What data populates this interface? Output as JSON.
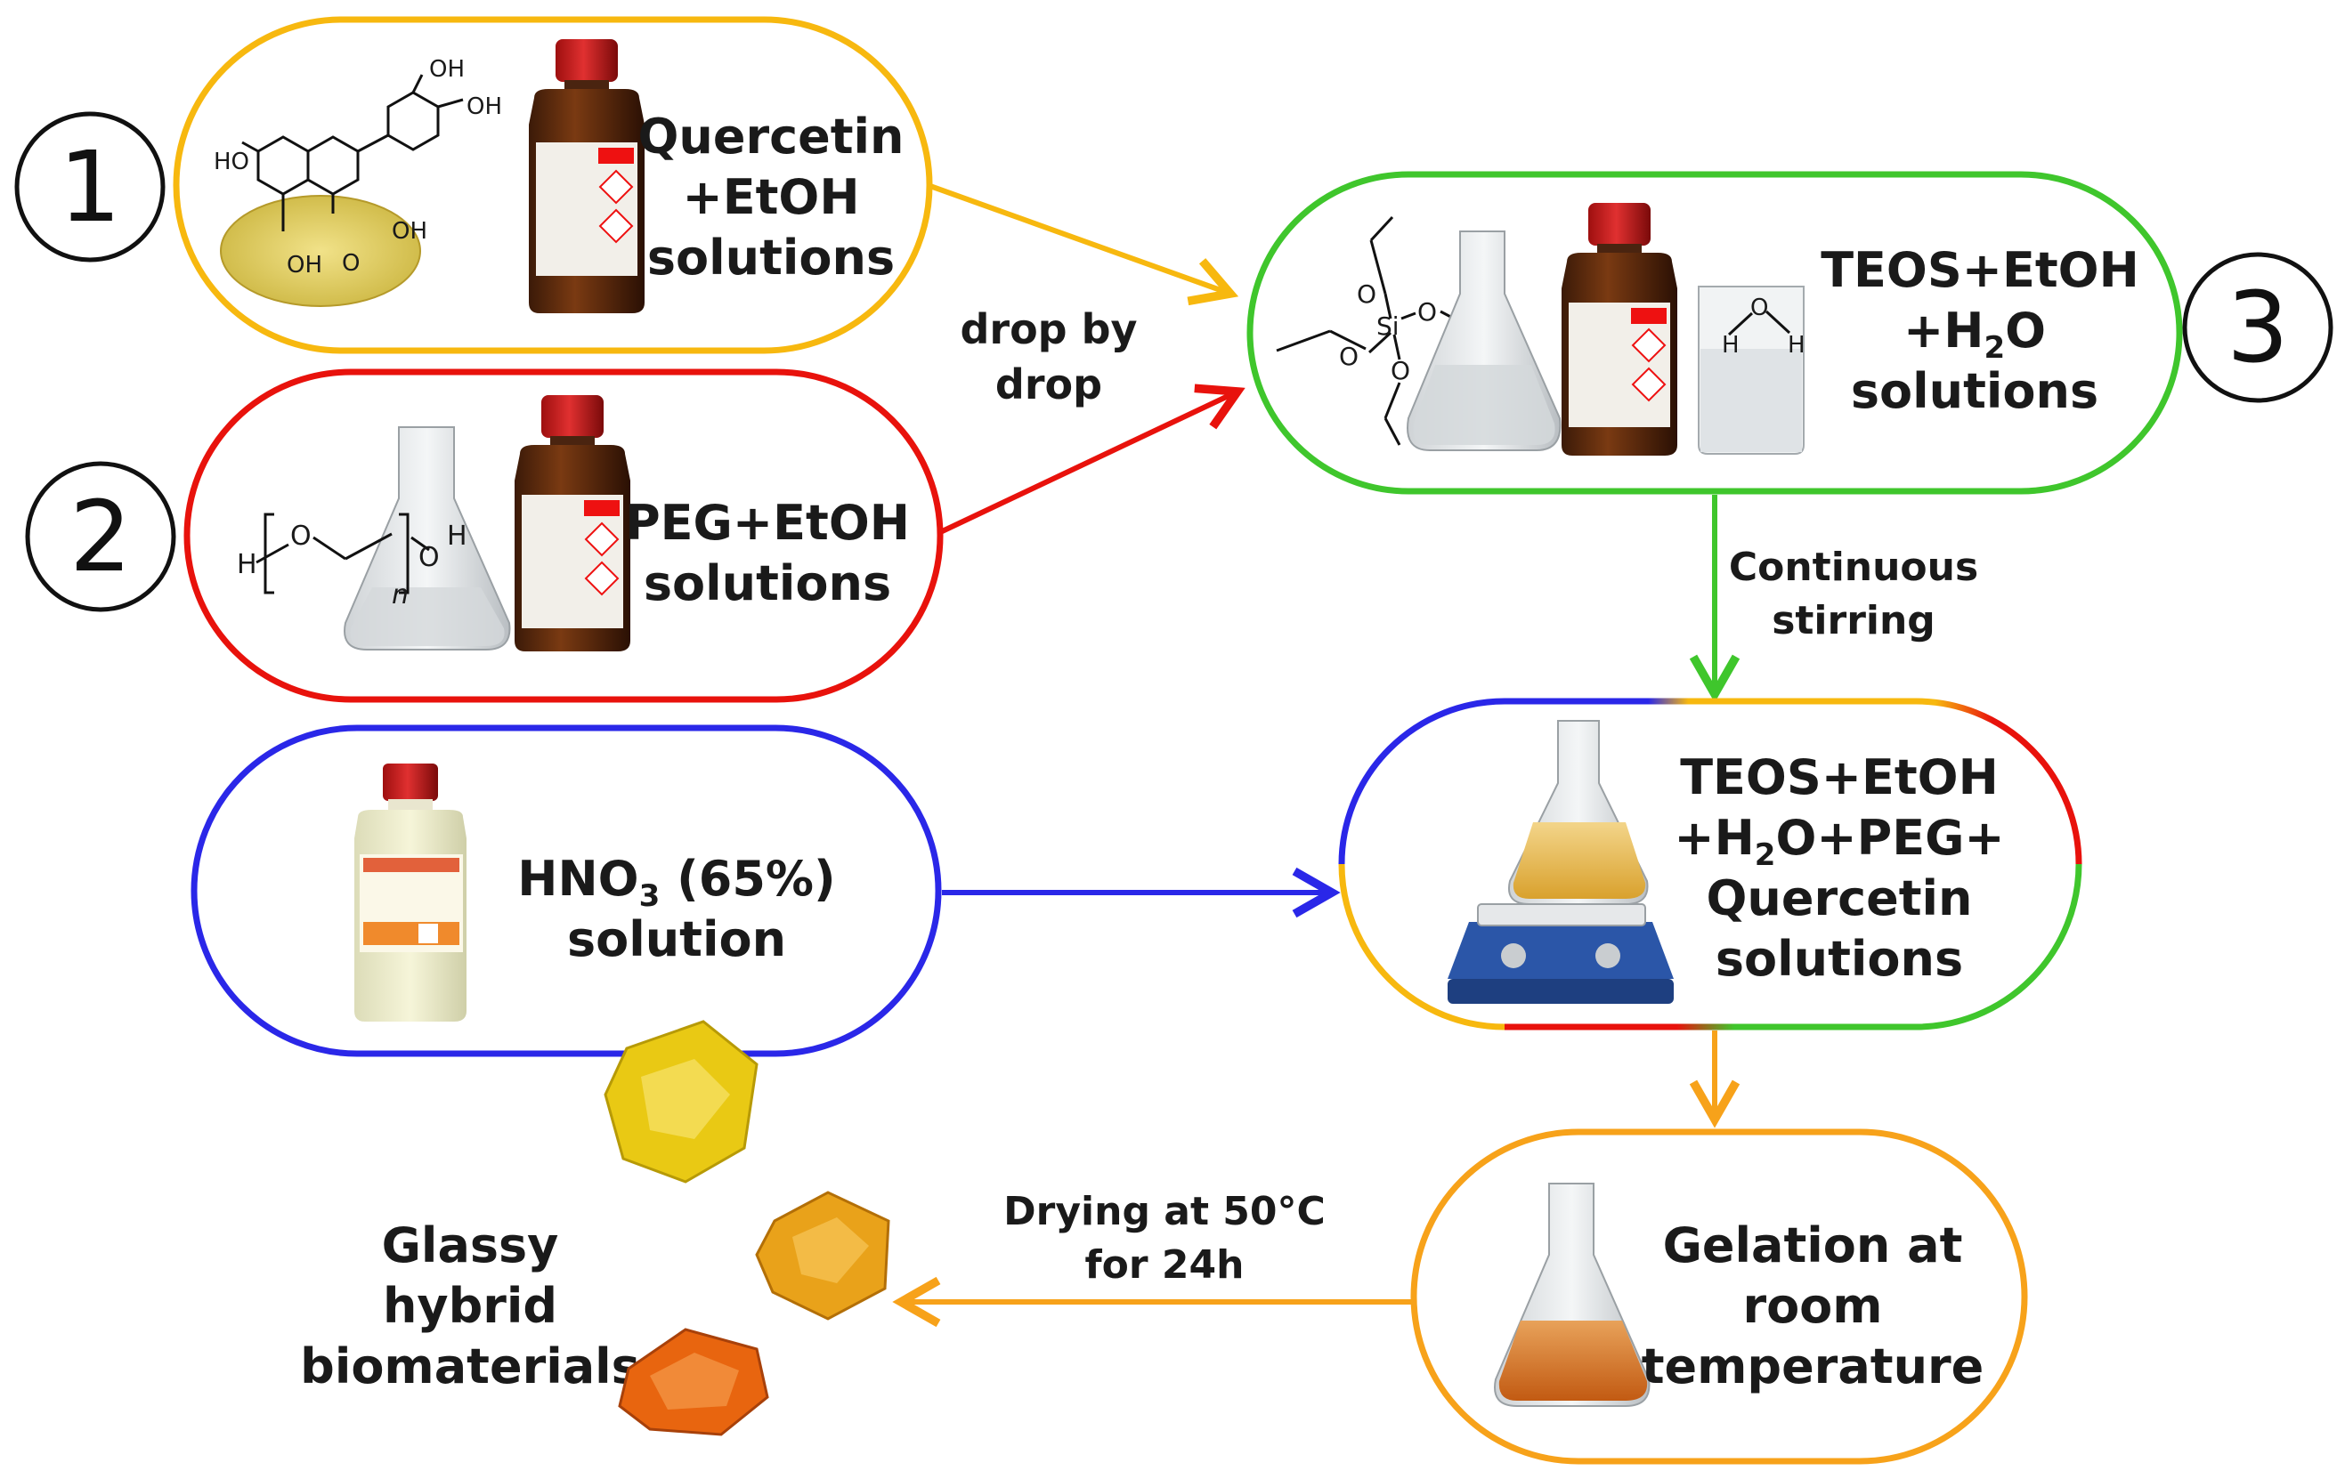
{
  "steps": {
    "s1": {
      "number": "1",
      "line1": "Quercetin",
      "line2": "+EtOH",
      "line3": "solutions"
    },
    "s2": {
      "number": "2",
      "line1": "PEG+EtOH",
      "line2": "solutions"
    },
    "s3": {
      "number": "3",
      "line1": "TEOS+EtOH",
      "line2a": "+H",
      "line2sub": "2",
      "line2b": "O",
      "line3": "solutions"
    },
    "acid": {
      "line1a": "HNO",
      "line1sub": "3",
      "line1b": " (65%)",
      "line2": "solution"
    },
    "mix": {
      "line1": "TEOS+EtOH",
      "line2a": "+H",
      "line2sub": "2",
      "line2b": "O+PEG+",
      "line3": "Quercetin",
      "line4": "solutions"
    },
    "gel": {
      "line1": "Gelation at",
      "line2": "room",
      "line3": "temperature"
    },
    "product": {
      "line1": "Glassy",
      "line2": "hybrid",
      "line3": "biomaterials"
    }
  },
  "arrows": {
    "dropwise": {
      "line1": "drop by",
      "line2": "drop"
    },
    "stirring": {
      "line1": "Continuous",
      "line2": "stirring"
    },
    "drying": {
      "line1": "Drying at 50°C",
      "line2": "for 24h"
    }
  },
  "chem": {
    "oh": "OH",
    "ho": "HO",
    "o": "O",
    "h": "H",
    "si": "Si",
    "n": "n"
  },
  "colors": {
    "yellow": "#F7B80F",
    "red": "#E8120C",
    "green": "#3FC62C",
    "blue": "#2A27E8",
    "orange": "#F7A21A",
    "text": "#1a1a1a"
  },
  "icons": [
    "chemical-bottle-icon",
    "erlenmeyer-flask-icon",
    "beaker-icon",
    "magnetic-stirrer-icon",
    "reagent-bottle-icon",
    "glass-fragments-icon"
  ]
}
